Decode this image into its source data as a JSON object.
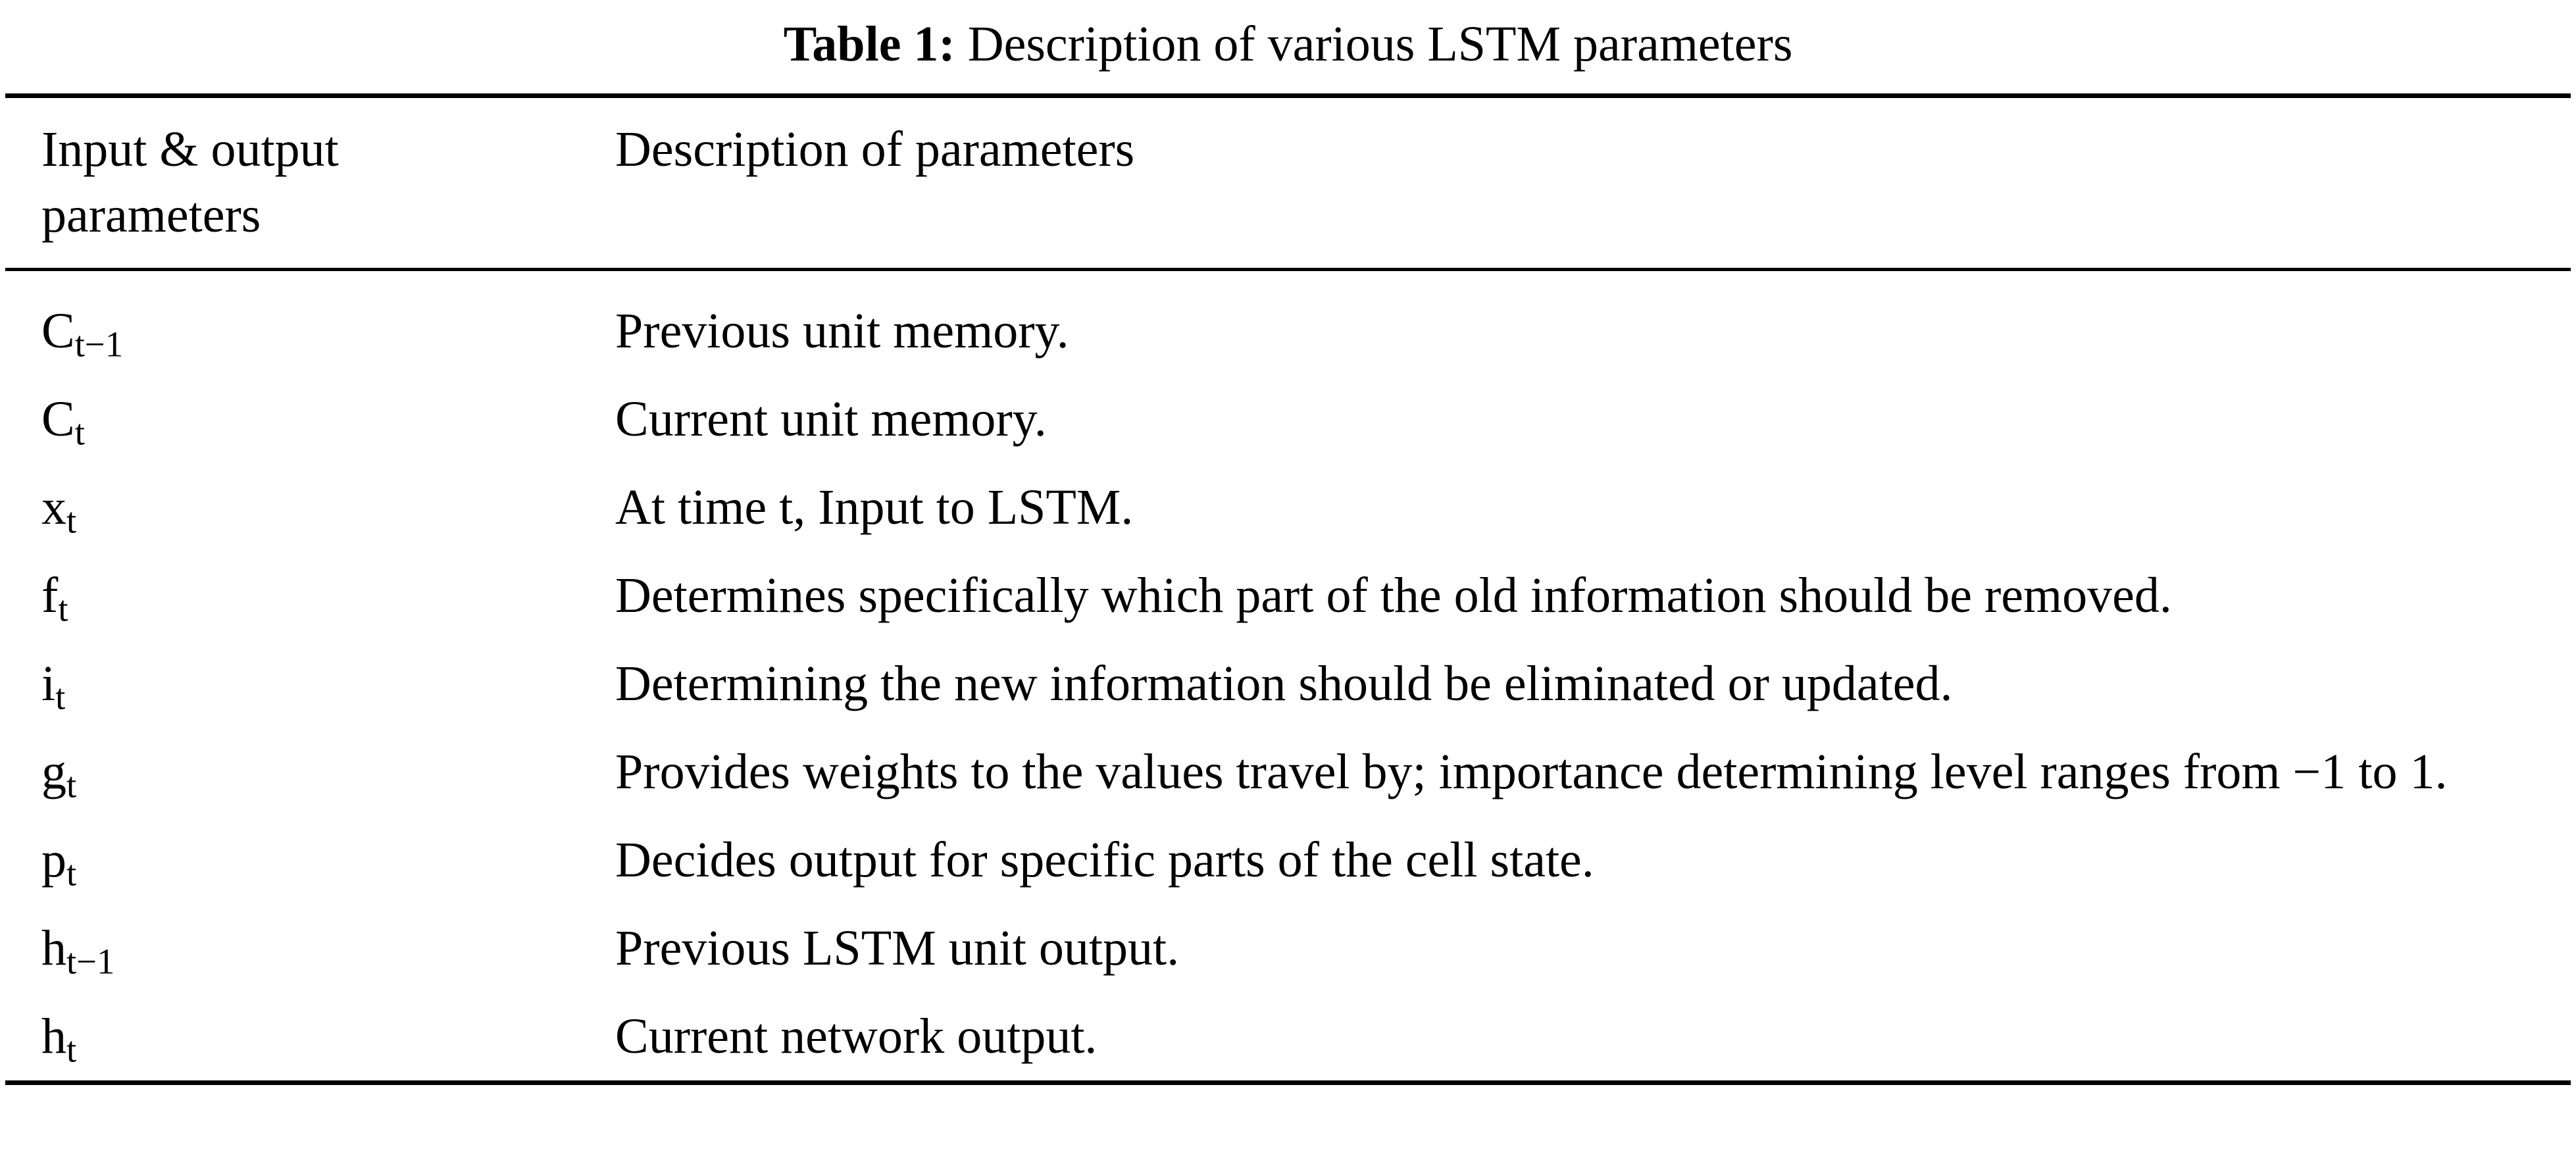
{
  "caption": {
    "label": "Table 1:",
    "text": "Description of various LSTM parameters"
  },
  "table": {
    "headers": {
      "param": "Input & output parameters",
      "description": "Description of parameters"
    },
    "rows": [
      {
        "symbol": "C",
        "subscript": "t−1",
        "description": "Previous unit memory."
      },
      {
        "symbol": "C",
        "subscript": "t",
        "description": "Current unit memory."
      },
      {
        "symbol": "x",
        "subscript": "t",
        "description": "At time t, Input to LSTM."
      },
      {
        "symbol": "f",
        "subscript": "t",
        "description": "Determines specifically which part of the old information should be removed."
      },
      {
        "symbol": "i",
        "subscript": "t",
        "description": "Determining the new information should be eliminated or updated."
      },
      {
        "symbol": "g",
        "subscript": "t",
        "description": "Provides weights to the values travel by; importance determining level ranges from −1 to 1."
      },
      {
        "symbol": "p",
        "subscript": "t",
        "description": "Decides output for specific parts of the cell state."
      },
      {
        "symbol": "h",
        "subscript": "t−1",
        "description": "Previous LSTM unit output."
      },
      {
        "symbol": "h",
        "subscript": "t",
        "description": "Current network output."
      }
    ]
  },
  "colors": {
    "text": "#000000",
    "background": "#ffffff",
    "rule": "#000000"
  }
}
